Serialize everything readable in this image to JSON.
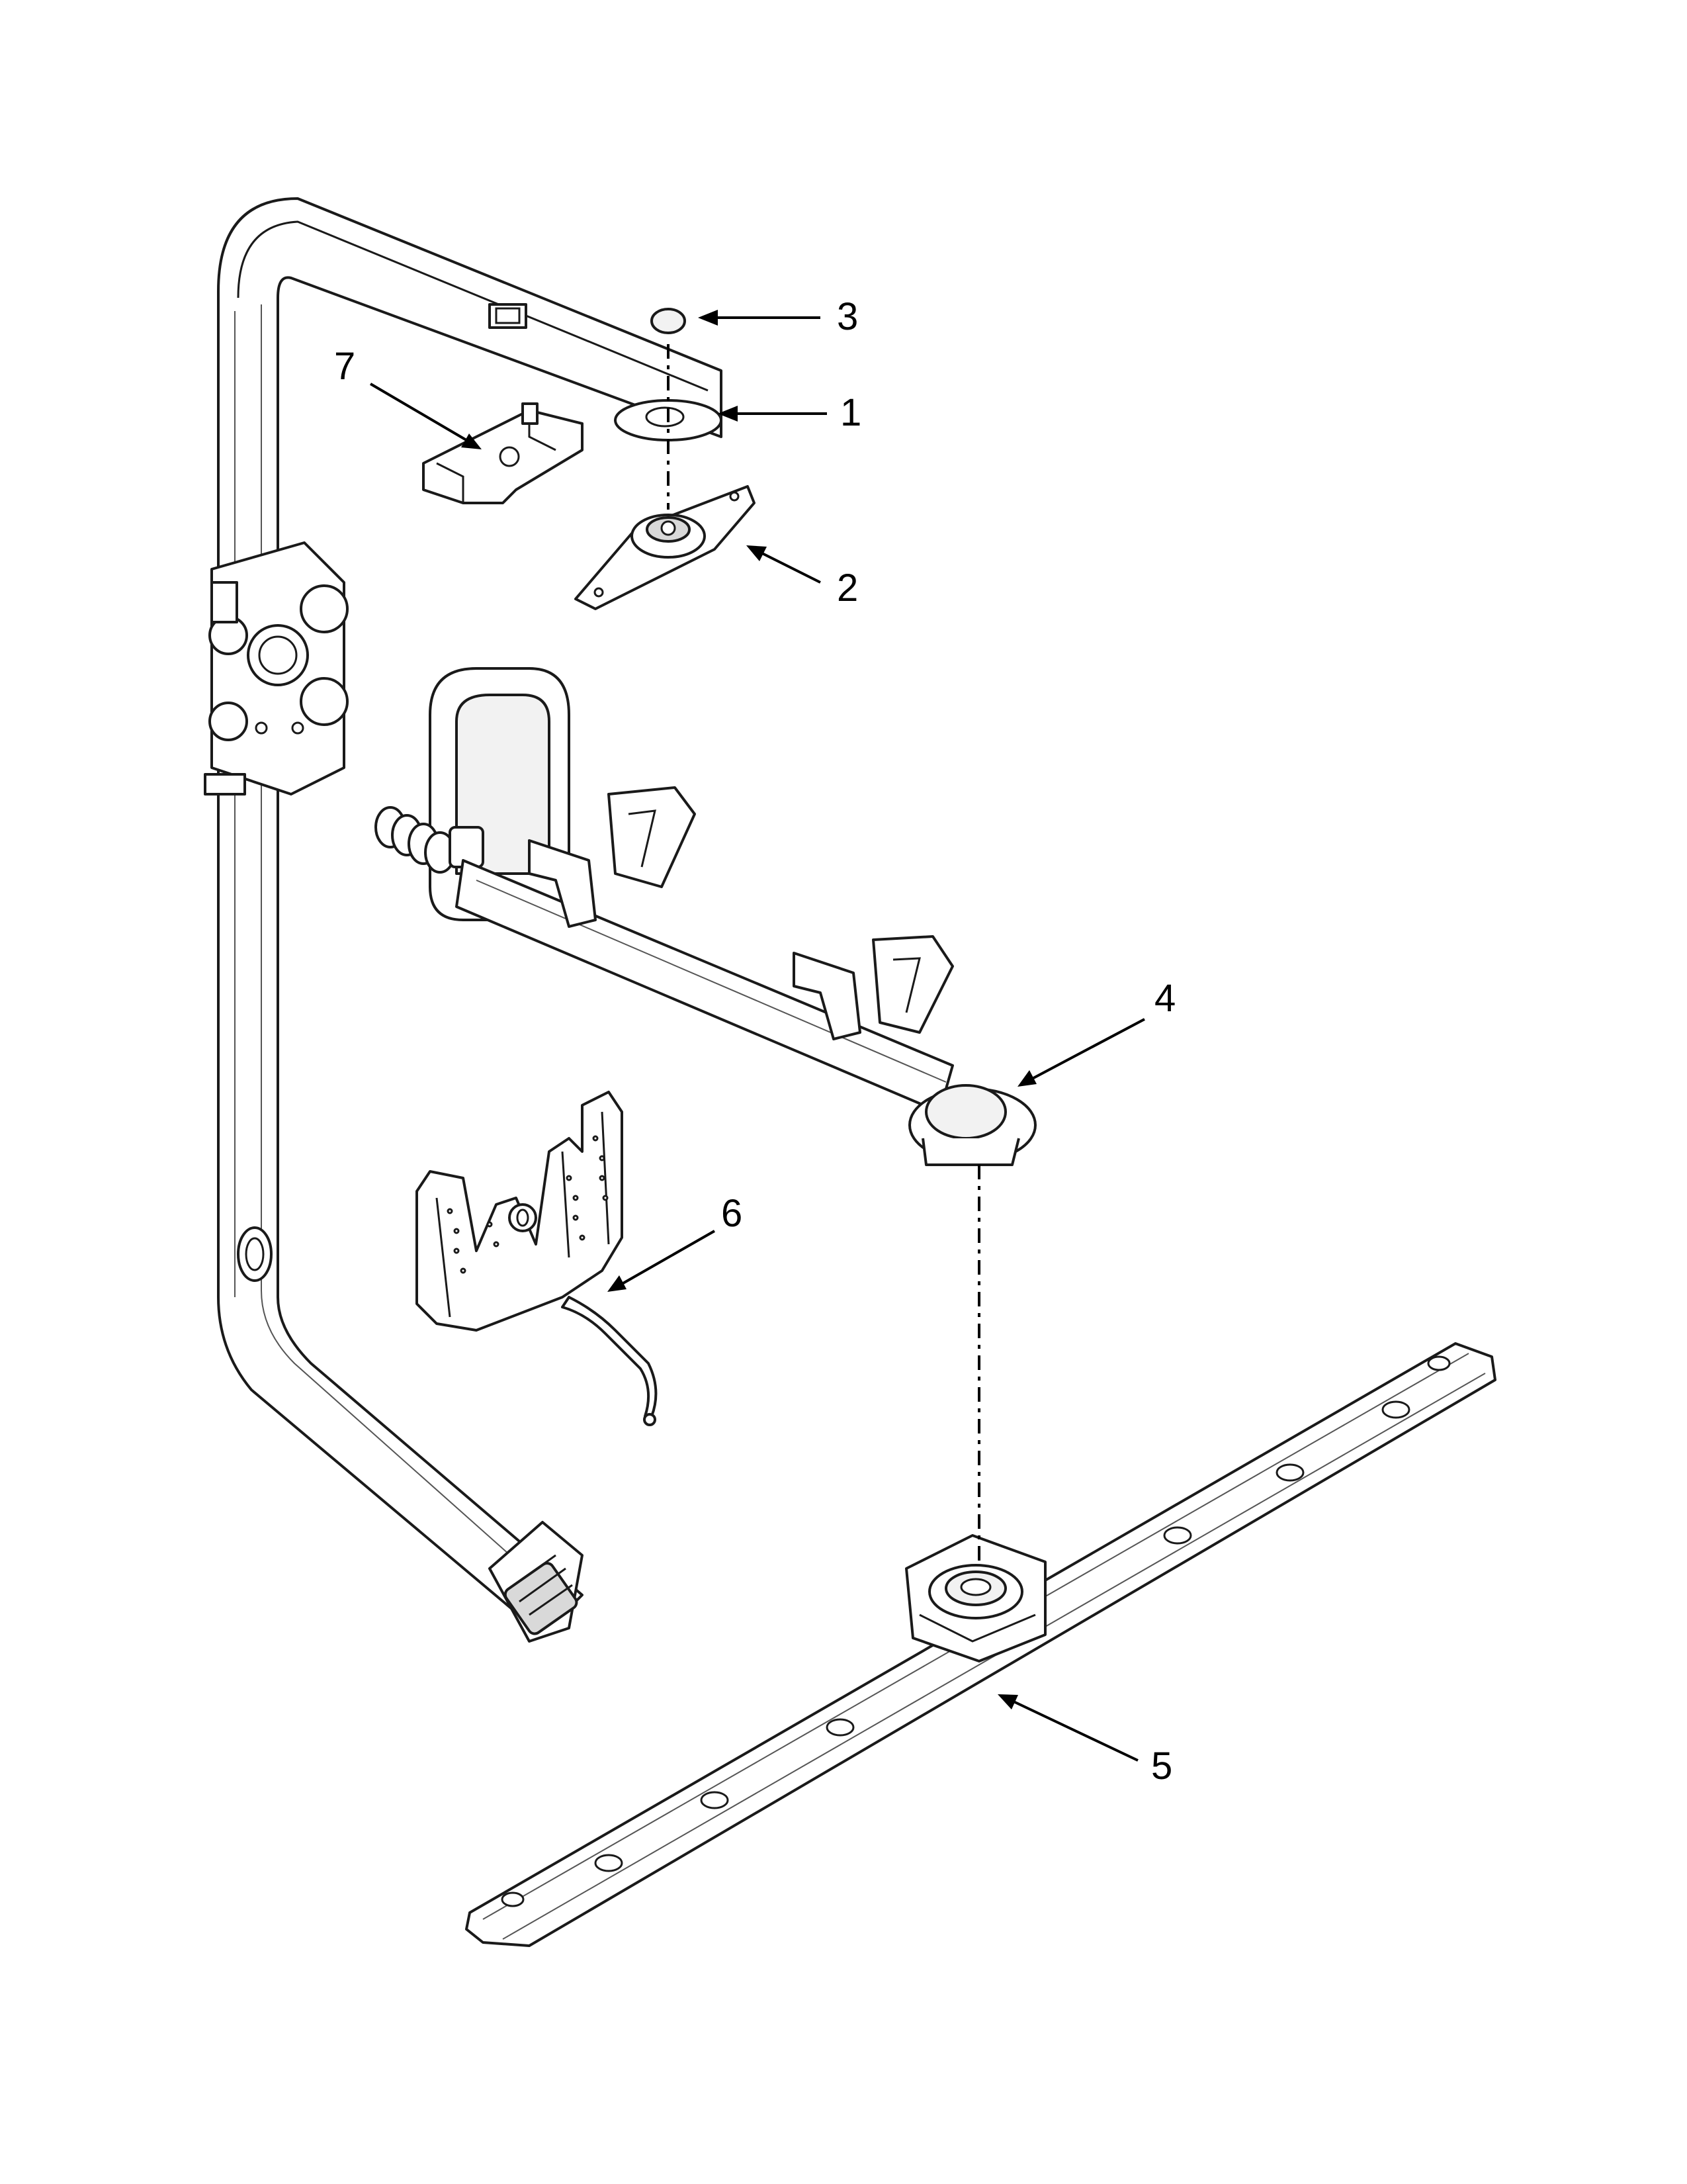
{
  "callouts": [
    {
      "id": "1",
      "label": "1"
    },
    {
      "id": "2",
      "label": "2"
    },
    {
      "id": "3",
      "label": "3"
    },
    {
      "id": "4",
      "label": "4"
    },
    {
      "id": "5",
      "label": "5"
    },
    {
      "id": "6",
      "label": "6"
    },
    {
      "id": "7",
      "label": "7"
    }
  ],
  "colors": {
    "line": "#1a1a1a",
    "fill": "#ffffff",
    "shade": "#d9d9d9"
  }
}
